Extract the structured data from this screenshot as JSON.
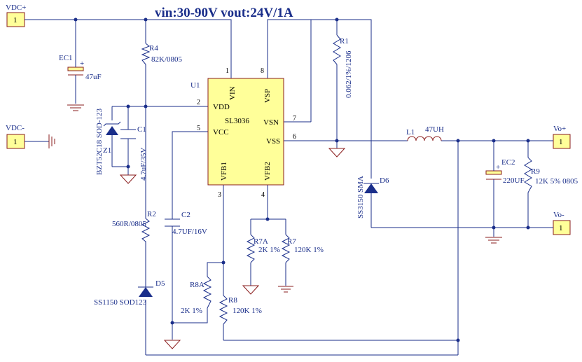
{
  "title": "vin:30-90V vout:24V/1A",
  "ports": {
    "vdc_plus": {
      "label": "VDC+",
      "pin": "1"
    },
    "vdc_minus": {
      "label": "VDC-",
      "pin": "1"
    },
    "vo_plus": {
      "label": "Vo+",
      "pin": "1"
    },
    "vo_minus": {
      "label": "Vo-",
      "pin": "1"
    }
  },
  "ic": {
    "ref": "U1",
    "part": "SL3036",
    "pins": {
      "vin": {
        "name": "VIN",
        "num": "1"
      },
      "vdd": {
        "name": "VDD",
        "num": "2"
      },
      "vcc": {
        "name": "VCC",
        "num": "5"
      },
      "vfb1": {
        "name": "VFB1",
        "num": "3"
      },
      "vfb2": {
        "name": "VFB2",
        "num": "4"
      },
      "vss": {
        "name": "VSS",
        "num": "6"
      },
      "vsn": {
        "name": "VSN",
        "num": "7"
      },
      "vsp": {
        "name": "VSP",
        "num": "8"
      }
    }
  },
  "components": {
    "ec1": {
      "ref": "EC1",
      "value": "47uF"
    },
    "r4": {
      "ref": "R4",
      "value": "82K/0805"
    },
    "z1": {
      "ref": "Z1",
      "value": "BZT52C18 SOD-123"
    },
    "c1": {
      "ref": "C1",
      "value": "4.7uF/35V"
    },
    "r2": {
      "ref": "R2",
      "value": "560R/0805"
    },
    "c2": {
      "ref": "C2",
      "value": "4.7UF/16V"
    },
    "d5": {
      "ref": "D5",
      "value": "SS1150 SOD123"
    },
    "r1": {
      "ref": "R1",
      "value": "0.062/1%/1206"
    },
    "l1": {
      "ref": "L1",
      "value": "47UH"
    },
    "d6": {
      "ref": "D6",
      "value": "SS3150 SMA"
    },
    "ec2": {
      "ref": "EC2",
      "value": "220UF"
    },
    "r9": {
      "ref": "R9",
      "value": "12K 5% 0805"
    },
    "r7a": {
      "ref": "R7A",
      "value": "2K 1%"
    },
    "r7": {
      "ref": "R7",
      "value": "120K 1%"
    },
    "r8a": {
      "ref": "R8A",
      "value": "2K 1%"
    },
    "r8": {
      "ref": "R8",
      "value": "120K 1%"
    }
  },
  "polarity_mark": "+",
  "colors": {
    "wire": "#1a2e8a",
    "body": "#8a1c1c",
    "fill": "#ffff99",
    "text": "#1a2e8a"
  }
}
